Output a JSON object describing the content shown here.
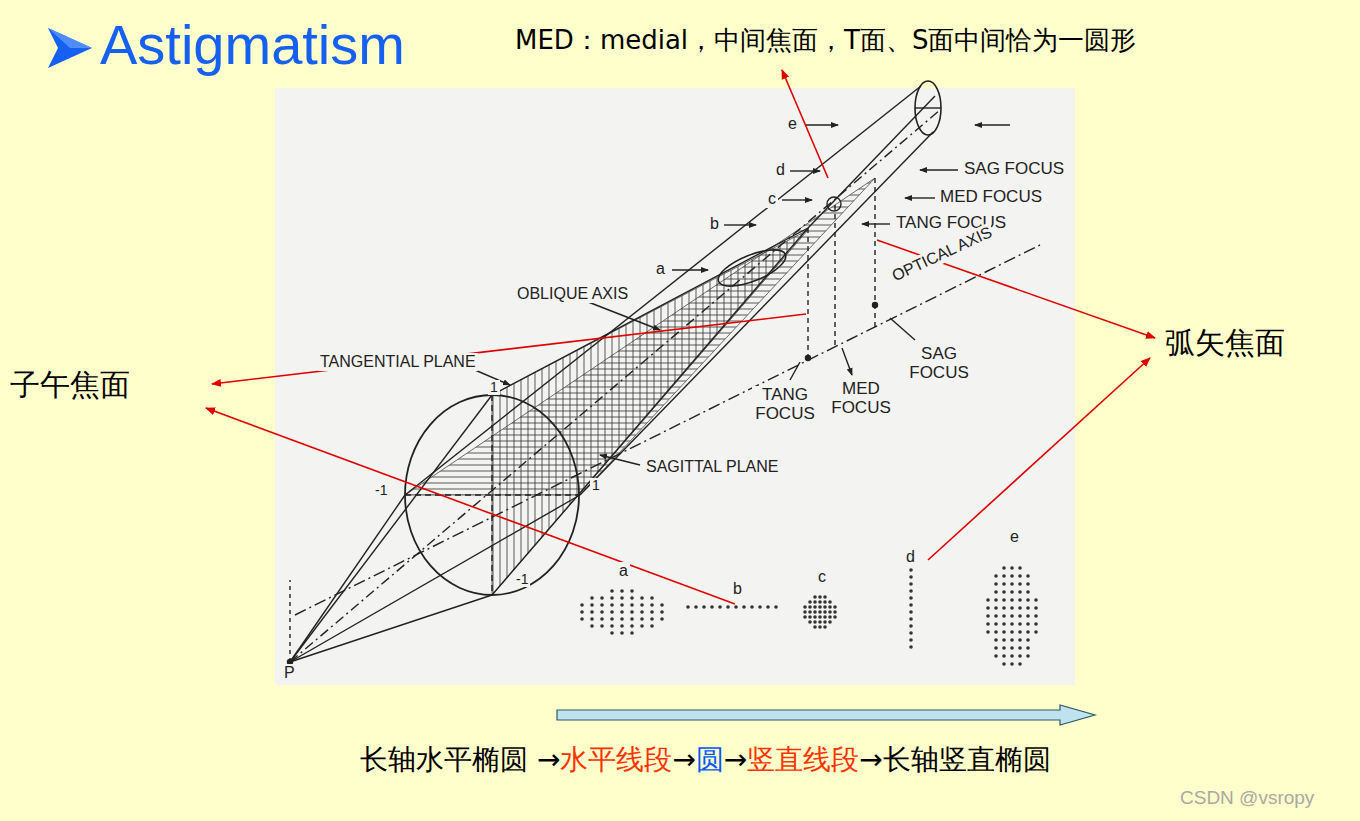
{
  "diagram": {
    "title": "Astigmatism",
    "labels": [
      "MED：medial，中间焦面，T面、S面中间恰为一圆形",
      "e",
      "d",
      "c",
      "b",
      "a",
      "SAG FOCUS",
      "MED FOCUS",
      "TANG FOCUS",
      "OBLIQUE AXIS",
      "OPTICAL AXIS",
      "子午焦面",
      "弧矢焦面",
      "TANGENTIAL PLANE",
      "TANG FOCUS",
      "MED FOCUS",
      "SAG FOCUS",
      "1",
      "-1",
      "SAGITTAL PLANE",
      "1",
      "-1",
      "a",
      "b",
      "c",
      "d",
      "e",
      "P",
      "长轴水平椭圆 →",
      "水平线段",
      "→",
      "圆",
      "→",
      "竖直线段",
      "→长轴竖直椭圆",
      "CSDN @vsropy"
    ]
  }
}
